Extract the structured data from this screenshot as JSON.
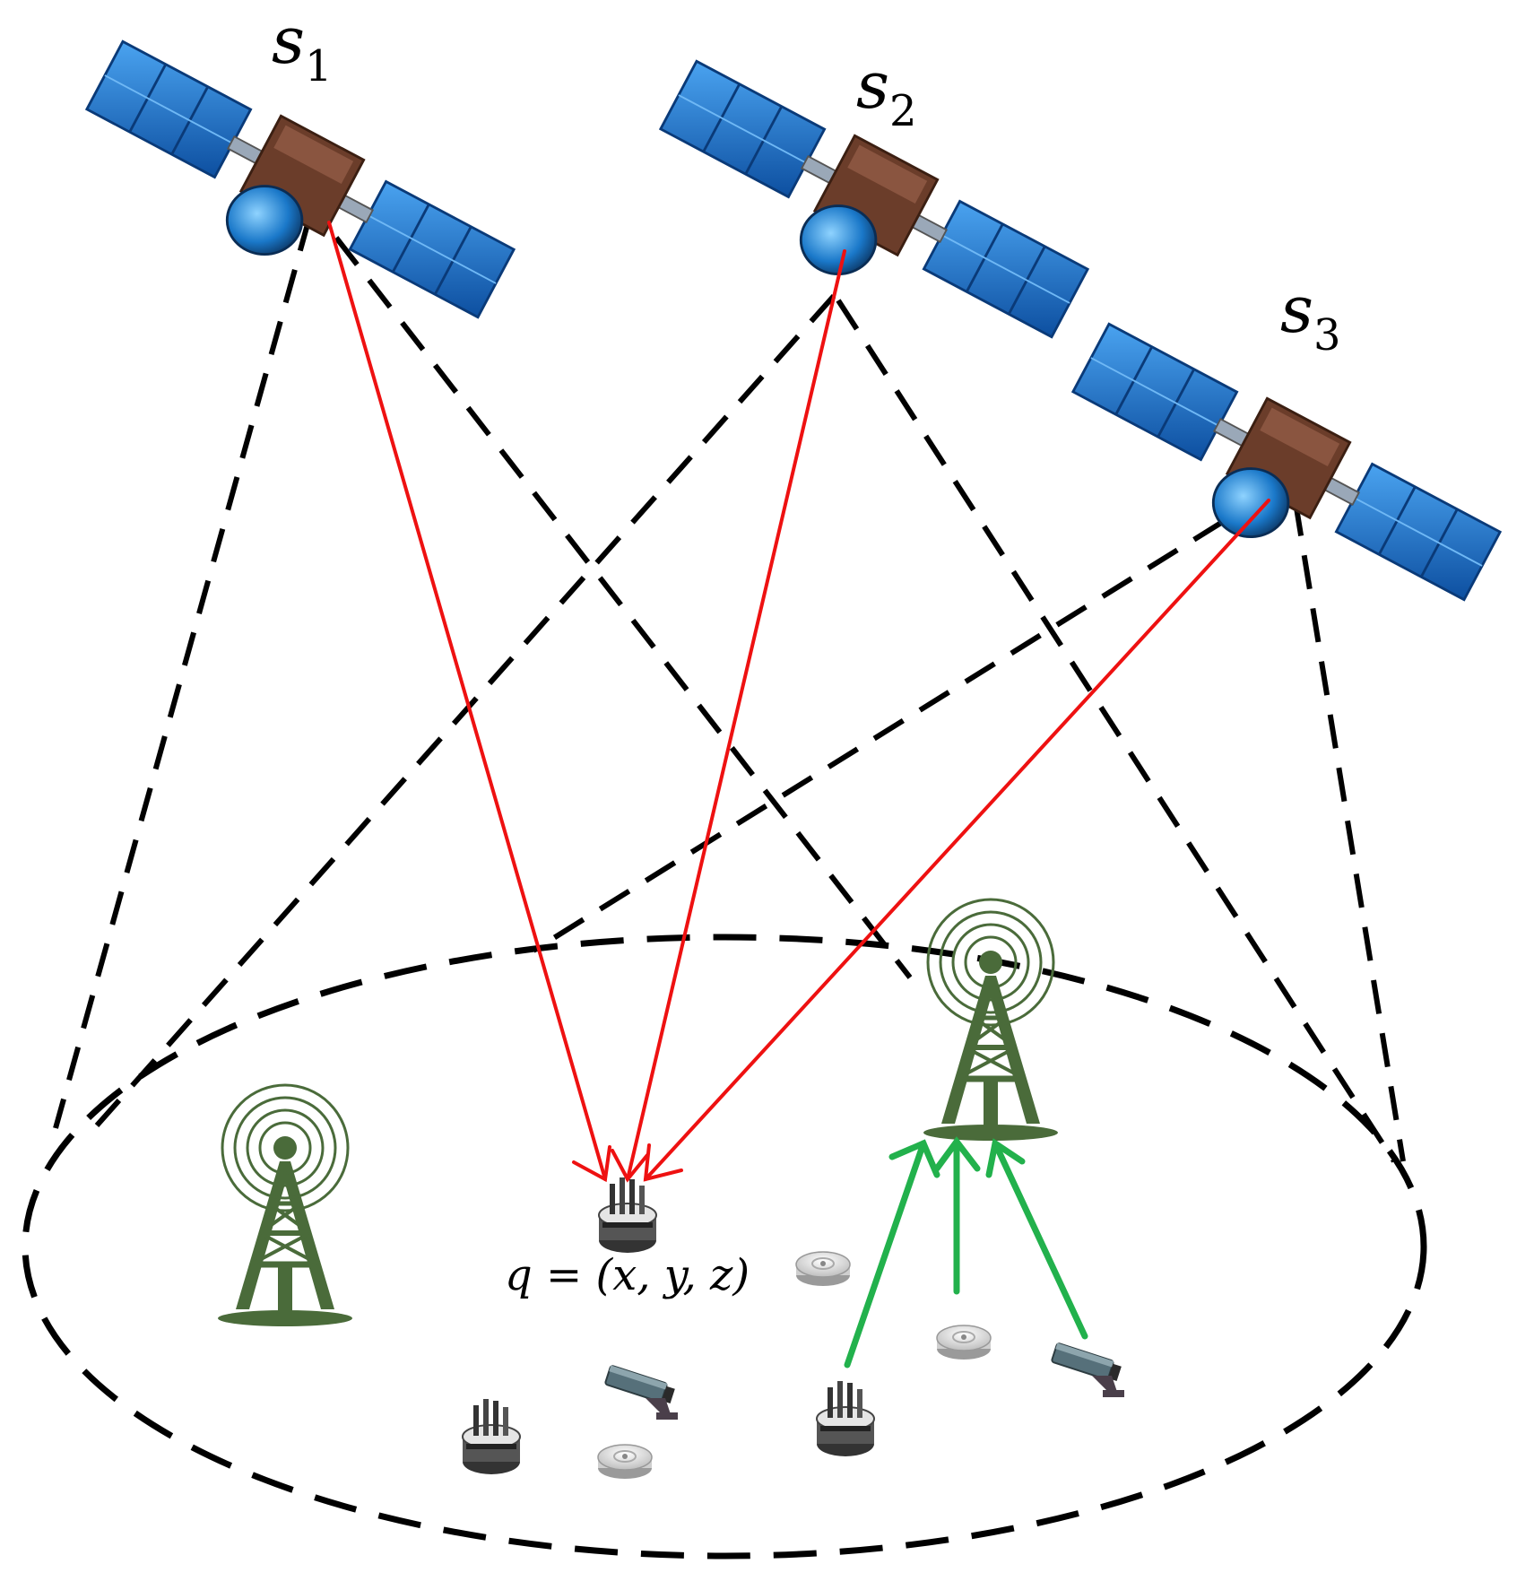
{
  "satellites": [
    {
      "id": "s1",
      "label": "s",
      "sub": "1"
    },
    {
      "id": "s2",
      "label": "s",
      "sub": "2"
    },
    {
      "id": "s3",
      "label": "s",
      "sub": "3"
    }
  ],
  "position_label": "q = (x, y, z)",
  "colors": {
    "signal": "#ee1111",
    "uplink": "#22b14c",
    "tower": "#4a6b3a",
    "coverage": "#000000",
    "panel": "#1f6fc8",
    "body": "#6b3d2a"
  },
  "icons": [
    "satellite-icon",
    "cell-tower-icon",
    "receiver-icon",
    "smoke-detector-icon",
    "camera-icon"
  ]
}
